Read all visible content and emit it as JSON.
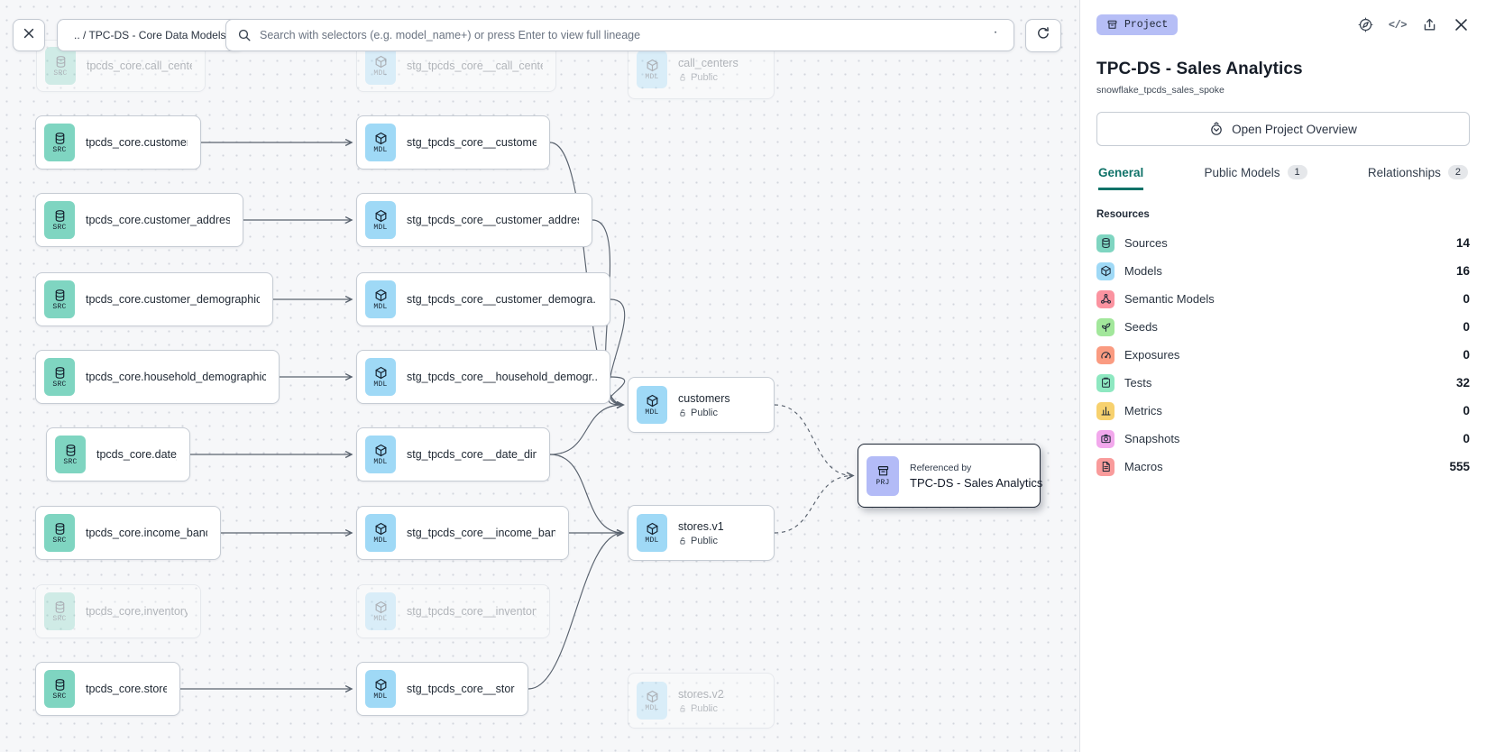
{
  "toolbar": {
    "breadcrumb": ".. / TPC-DS - Core Data Models",
    "search_placeholder": "Search with selectors (e.g. model_name+) or press Enter to view full lineage"
  },
  "graph": {
    "nodes": [
      {
        "id": "src_call_center",
        "type": "SRC",
        "label": "tpcds_core.call_center",
        "faded": true
      },
      {
        "id": "mdl_call_center",
        "type": "MDL",
        "label": "stg_tpcds_core__call_center",
        "faded": true
      },
      {
        "id": "pub_call_centers",
        "type": "MDL",
        "label": "call_centers",
        "access": "Public",
        "faded": true
      },
      {
        "id": "src_customer",
        "type": "SRC",
        "label": "tpcds_core.customer"
      },
      {
        "id": "mdl_customer",
        "type": "MDL",
        "label": "stg_tpcds_core__customer"
      },
      {
        "id": "src_customer_address",
        "type": "SRC",
        "label": "tpcds_core.customer_address"
      },
      {
        "id": "mdl_customer_address",
        "type": "MDL",
        "label": "stg_tpcds_core__customer_address"
      },
      {
        "id": "src_customer_demographics",
        "type": "SRC",
        "label": "tpcds_core.customer_demographics"
      },
      {
        "id": "mdl_customer_demographics",
        "type": "MDL",
        "label": "stg_tpcds_core__customer_demogra..."
      },
      {
        "id": "src_household_demographics",
        "type": "SRC",
        "label": "tpcds_core.household_demographics"
      },
      {
        "id": "mdl_household_demographics",
        "type": "MDL",
        "label": "stg_tpcds_core__household_demogr..."
      },
      {
        "id": "src_date_dim",
        "type": "SRC",
        "label": "tpcds_core.date_dim"
      },
      {
        "id": "mdl_date_dim",
        "type": "MDL",
        "label": "stg_tpcds_core__date_dim"
      },
      {
        "id": "src_income_band",
        "type": "SRC",
        "label": "tpcds_core.income_band"
      },
      {
        "id": "mdl_income_band",
        "type": "MDL",
        "label": "stg_tpcds_core__income_band"
      },
      {
        "id": "src_inventory",
        "type": "SRC",
        "label": "tpcds_core.inventory",
        "faded": true
      },
      {
        "id": "mdl_inventory",
        "type": "MDL",
        "label": "stg_tpcds_core__inventory",
        "faded": true
      },
      {
        "id": "src_store",
        "type": "SRC",
        "label": "tpcds_core.store"
      },
      {
        "id": "mdl_store",
        "type": "MDL",
        "label": "stg_tpcds_core__store"
      },
      {
        "id": "pub_customers",
        "type": "MDL",
        "label": "customers",
        "access": "Public"
      },
      {
        "id": "pub_stores_v1",
        "type": "MDL",
        "label": "stores.v1",
        "access": "Public"
      },
      {
        "id": "pub_stores_v2",
        "type": "MDL",
        "label": "stores.v2",
        "access": "Public",
        "faded": true
      },
      {
        "id": "prj_sales",
        "type": "PRJ",
        "kicker": "Referenced by",
        "label": "TPC-DS - Sales Analytics",
        "selected": true
      }
    ],
    "edges": [
      {
        "from": "src_customer",
        "to": "mdl_customer",
        "style": "solid"
      },
      {
        "from": "src_customer_address",
        "to": "mdl_customer_address",
        "style": "solid"
      },
      {
        "from": "src_customer_demographics",
        "to": "mdl_customer_demographics",
        "style": "solid"
      },
      {
        "from": "src_household_demographics",
        "to": "mdl_household_demographics",
        "style": "solid"
      },
      {
        "from": "src_date_dim",
        "to": "mdl_date_dim",
        "style": "solid"
      },
      {
        "from": "src_income_band",
        "to": "mdl_income_band",
        "style": "solid"
      },
      {
        "from": "src_store",
        "to": "mdl_store",
        "style": "solid"
      },
      {
        "from": "mdl_customer",
        "to": "pub_customers",
        "style": "solid"
      },
      {
        "from": "mdl_customer_address",
        "to": "pub_customers",
        "style": "solid"
      },
      {
        "from": "mdl_customer_demographics",
        "to": "pub_customers",
        "style": "solid"
      },
      {
        "from": "mdl_household_demographics",
        "to": "pub_customers",
        "style": "solid"
      },
      {
        "from": "mdl_date_dim",
        "to": "pub_customers",
        "style": "solid"
      },
      {
        "from": "mdl_date_dim",
        "to": "pub_stores_v1",
        "style": "solid"
      },
      {
        "from": "mdl_income_band",
        "to": "pub_stores_v1",
        "style": "solid"
      },
      {
        "from": "mdl_store",
        "to": "pub_stores_v1",
        "style": "solid"
      },
      {
        "from": "pub_customers",
        "to": "prj_sales",
        "style": "dashed"
      },
      {
        "from": "pub_stores_v1",
        "to": "prj_sales",
        "style": "dashed"
      }
    ]
  },
  "panel": {
    "badge": "Project",
    "title": "TPC-DS - Sales Analytics",
    "subtitle": "snowflake_tpcds_sales_spoke",
    "overview_button": "Open Project Overview",
    "tabs": [
      {
        "label": "General",
        "active": true
      },
      {
        "label": "Public Models",
        "count": "1"
      },
      {
        "label": "Relationships",
        "count": "2"
      }
    ],
    "resources_title": "Resources",
    "resources": [
      {
        "name": "Sources",
        "count": "14",
        "icon": "database-icon",
        "color": "#7fd5c1"
      },
      {
        "name": "Models",
        "count": "16",
        "icon": "cube-icon",
        "color": "#9fd9f6"
      },
      {
        "name": "Semantic Models",
        "count": "0",
        "icon": "semantic-graph-icon",
        "color": "#fb93a0"
      },
      {
        "name": "Seeds",
        "count": "0",
        "icon": "seedling-icon",
        "color": "#a2e79b"
      },
      {
        "name": "Exposures",
        "count": "0",
        "icon": "gauge-icon",
        "color": "#fa9b81"
      },
      {
        "name": "Tests",
        "count": "32",
        "icon": "clipboard-check-icon",
        "color": "#8ee8c1"
      },
      {
        "name": "Metrics",
        "count": "0",
        "icon": "bar-chart-icon",
        "color": "#f7d16e"
      },
      {
        "name": "Snapshots",
        "count": "0",
        "icon": "camera-icon",
        "color": "#f2a8ec"
      },
      {
        "name": "Macros",
        "count": "555",
        "icon": "file-icon",
        "color": "#f99b9b"
      }
    ]
  }
}
